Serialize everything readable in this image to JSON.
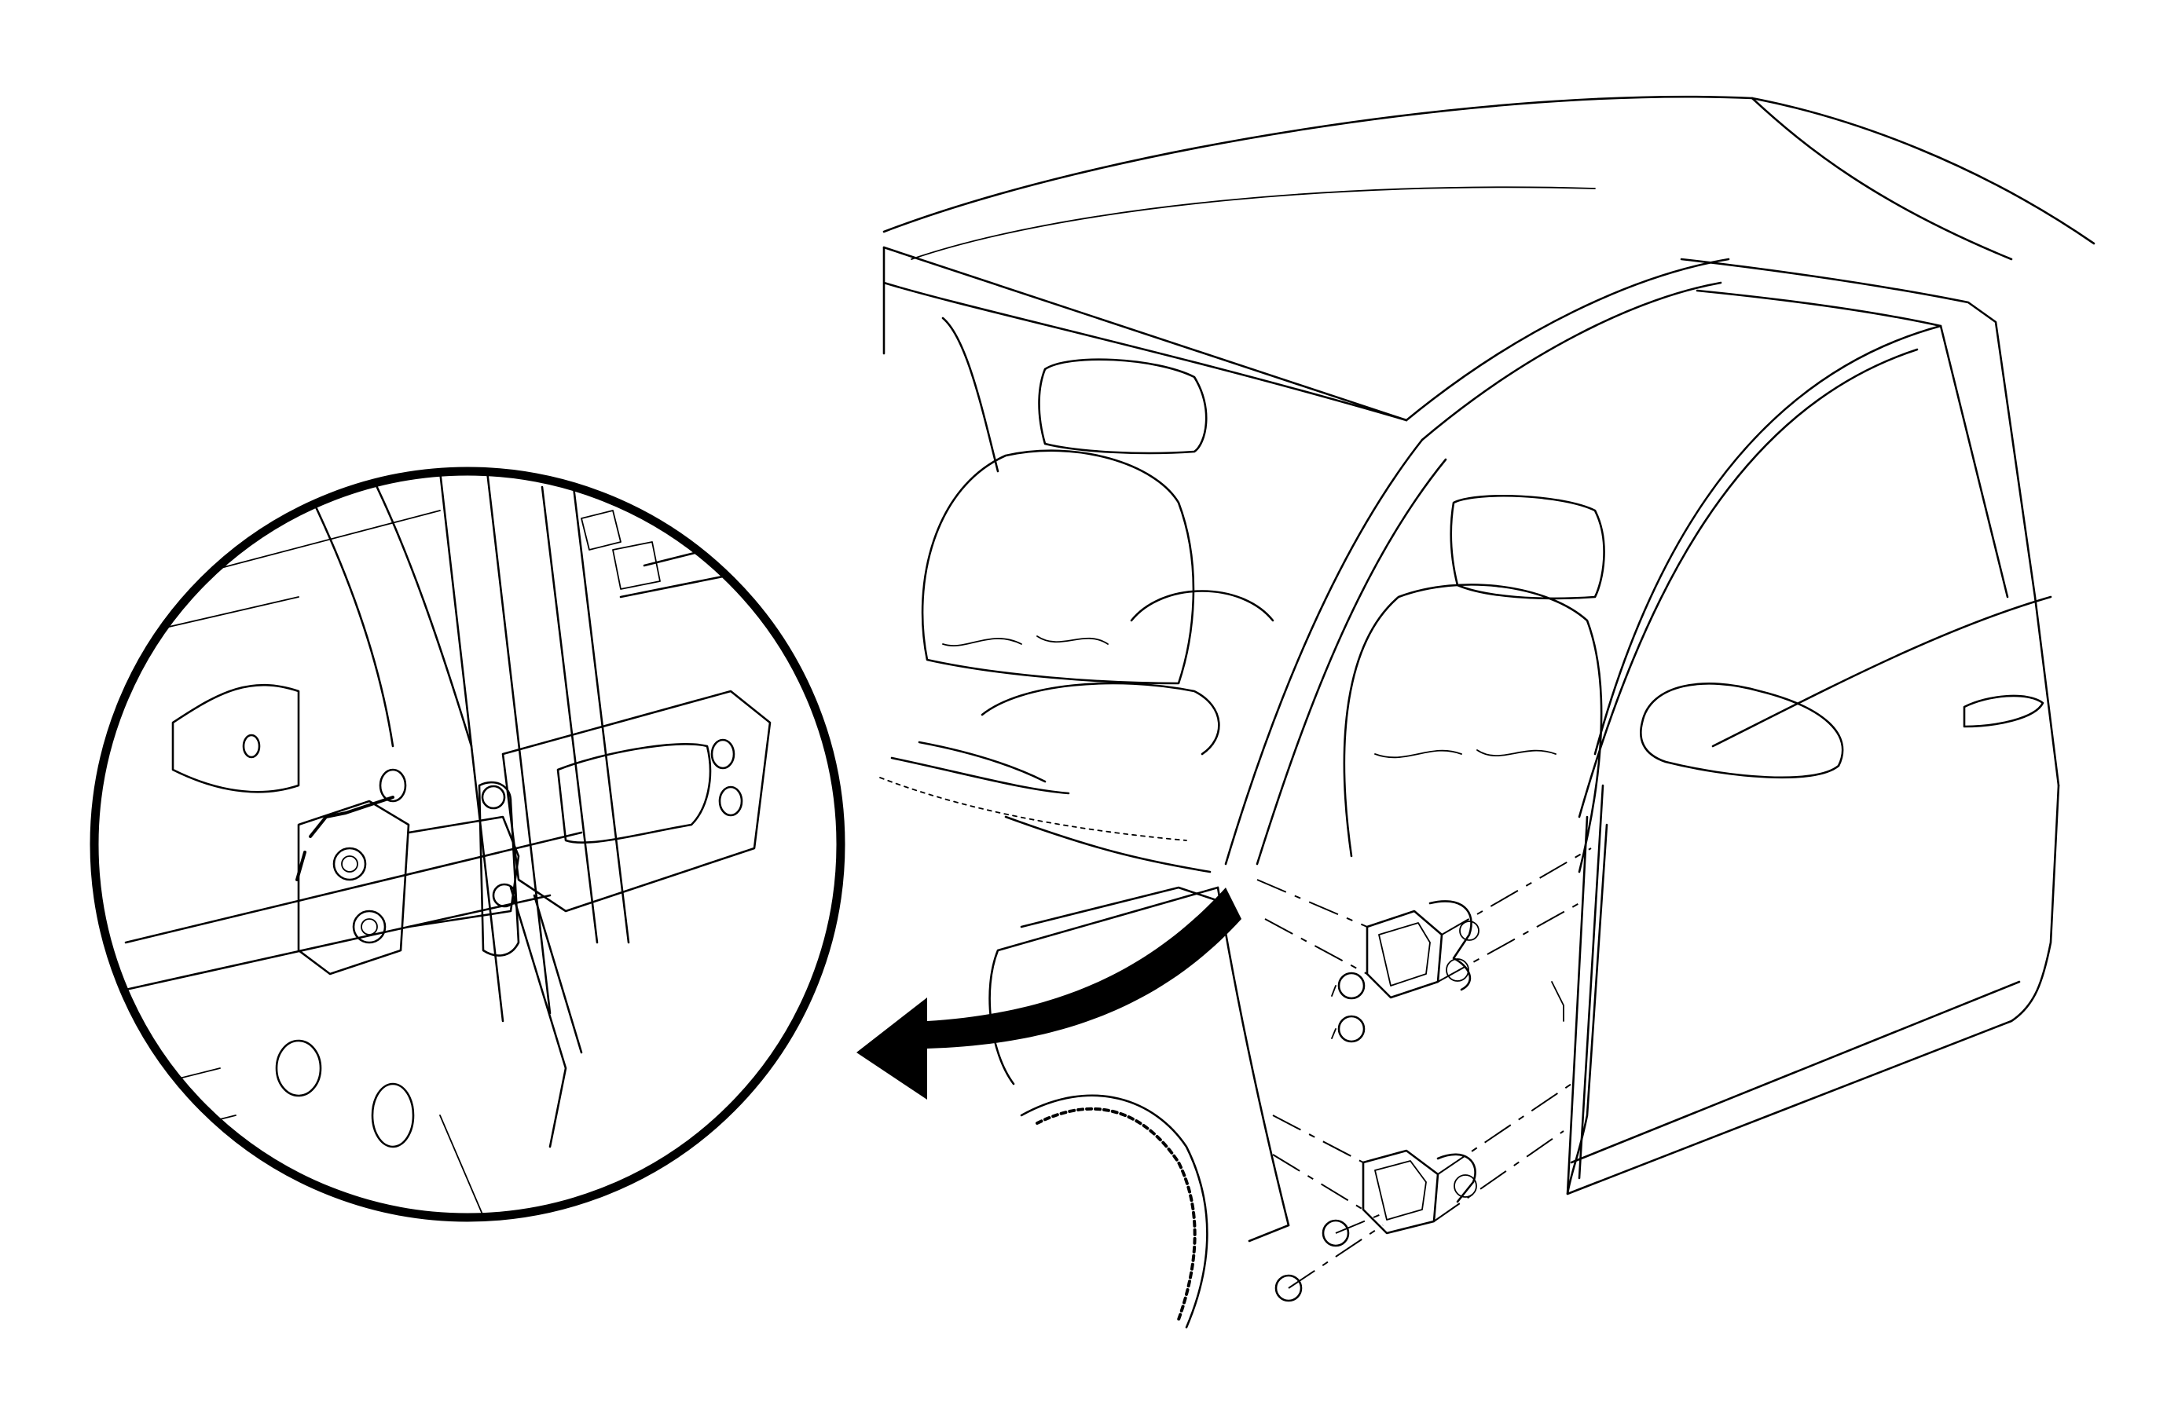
{
  "diagram": {
    "subject": "front-door-hinge-installation",
    "colors": {
      "line": "#000000",
      "background": "#ffffff"
    },
    "callout": {
      "kind": "magnified-detail",
      "shape": "circle",
      "points_to": "upper-door-hinge"
    },
    "arrow": {
      "direction": "right-to-left"
    }
  }
}
